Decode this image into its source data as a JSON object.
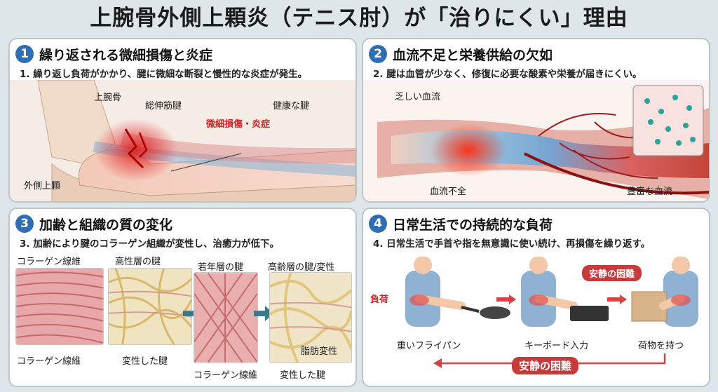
{
  "title": "上腕骨外側上顆炎（テニス肘）が「治りにくい」理由",
  "panels": {
    "p1": {
      "num": "1",
      "title": "繰り返される微細損傷と炎症",
      "desc": "1. 繰り返し負荷がかかり、腱に微細な断裂と慢性的な炎症が発生。",
      "labels": {
        "humerus": "上腕骨",
        "extensor": "総伸筋腱",
        "healthy": "健康な腱",
        "damage": "微細損傷・炎症",
        "epicondyle": "外側上顆"
      }
    },
    "p2": {
      "num": "2",
      "title": "血流不足と栄養供給の欠如",
      "desc": "2. 腱は血管が少なく、修復に必要な酸素や栄養が届きにくい。",
      "labels": {
        "poor": "乏しい血流",
        "insufficient": "血流不全",
        "rich": "豊富な血流"
      }
    },
    "p3": {
      "num": "3",
      "title": "加齢と組織の質の変化",
      "desc": "3. 加齢により腱のコラーゲン組織が変性し、治癒力が低下。",
      "labels": {
        "collagen_top": "コラーゲン線維",
        "high_layer": "高性層の腱",
        "young": "若年層の腱",
        "elderly": "高齢層の腱/変性",
        "collagen_bottom1": "コラーゲン線維",
        "degenerated1": "変性した腱",
        "fat": "脂肪変性",
        "collagen_bottom2": "コラーゲン線維",
        "degenerated2": "変性した腱"
      }
    },
    "p4": {
      "num": "4",
      "title": "日常生活での持続的な負荷",
      "desc": "4. 日常生活で手首や指を無意識に使い続け、再損傷を繰り返す。",
      "labels": {
        "load": "負荷",
        "pan": "重いフライパン",
        "keyboard": "キーボード入力",
        "luggage": "荷物を持つ",
        "rest_top": "安静の困難",
        "rest_bottom": "安静の困難"
      }
    }
  }
}
